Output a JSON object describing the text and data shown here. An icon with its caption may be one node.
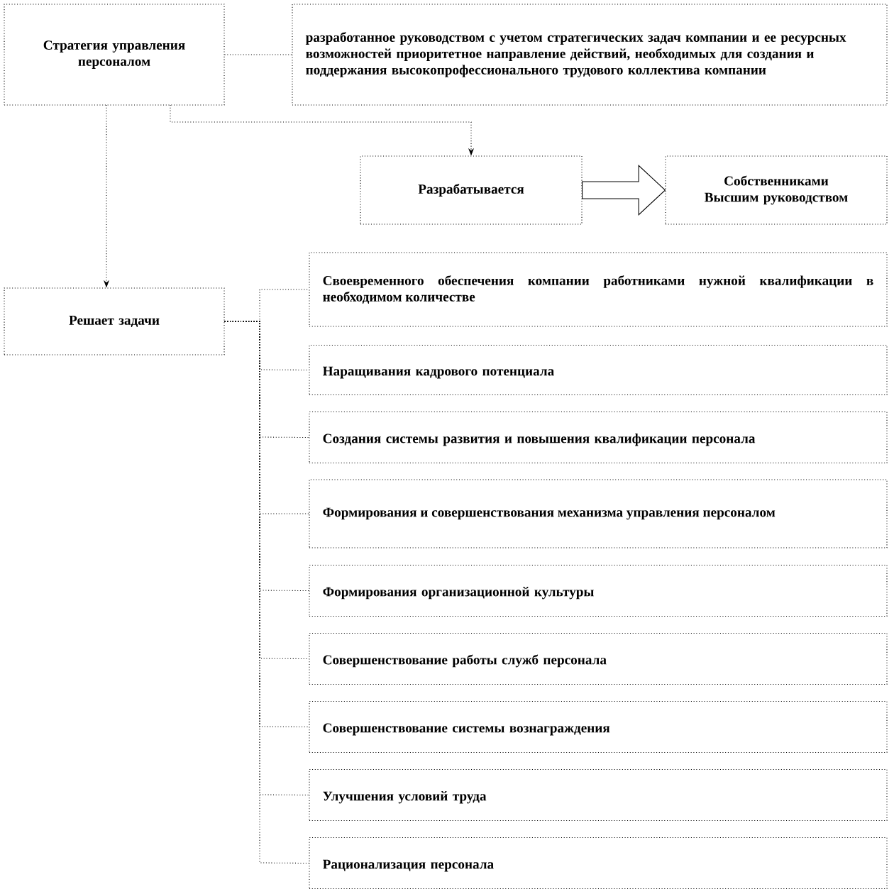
{
  "diagram": {
    "nodes": [
      {
        "text": [
          "Стратегия управления персоналом"
        ]
      },
      {
        "text": [
          "разработанное руководством с учетом стратегических задач компании и ее ресурсных возможностей приоритетное направление действий, необходимых для создания и поддержания высокопрофессионального трудового коллектива компании"
        ]
      },
      {
        "text": [
          "Разрабатывается"
        ]
      },
      {
        "text": [
          "Собственниками",
          "Высшим руководством"
        ]
      },
      {
        "text": [
          "Решает задачи"
        ]
      },
      {
        "text": [
          "Своевременного обеспечения компании работниками нужной квалификации в необходимом количестве"
        ]
      },
      {
        "text": [
          "Наращивания кадрового потенциала"
        ]
      },
      {
        "text": [
          "Создания системы развития и повышения квалификации персонала"
        ]
      },
      {
        "text": [
          "Формирования и совершенствования механизма управления персоналом"
        ]
      },
      {
        "text": [
          "Формирования организационной культуры"
        ]
      },
      {
        "text": [
          "Совершенствование работы служб персонала"
        ]
      },
      {
        "text": [
          "Совершенствование системы вознаграждения"
        ]
      },
      {
        "text": [
          "Улучшения условий труда"
        ]
      },
      {
        "text": [
          "Рационализация персонала"
        ]
      }
    ],
    "edges": [
      {
        "from": 0,
        "to": 1,
        "arrow": "none"
      },
      {
        "from": 0,
        "to": 2,
        "arrow": "to"
      },
      {
        "from": 2,
        "to": 3,
        "arrow": "to",
        "style": "thick"
      },
      {
        "from": 0,
        "to": 4,
        "arrow": "to"
      },
      {
        "from": 4,
        "to": 5,
        "arrow": "none"
      },
      {
        "from": 4,
        "to": 6,
        "arrow": "none"
      },
      {
        "from": 4,
        "to": 7,
        "arrow": "none"
      },
      {
        "from": 4,
        "to": 8,
        "arrow": "none"
      },
      {
        "from": 4,
        "to": 9,
        "arrow": "none"
      },
      {
        "from": 4,
        "to": 10,
        "arrow": "none"
      },
      {
        "from": 4,
        "to": 11,
        "arrow": "none"
      },
      {
        "from": 4,
        "to": 12,
        "arrow": "none"
      },
      {
        "from": 4,
        "to": 13,
        "arrow": "none"
      }
    ]
  }
}
